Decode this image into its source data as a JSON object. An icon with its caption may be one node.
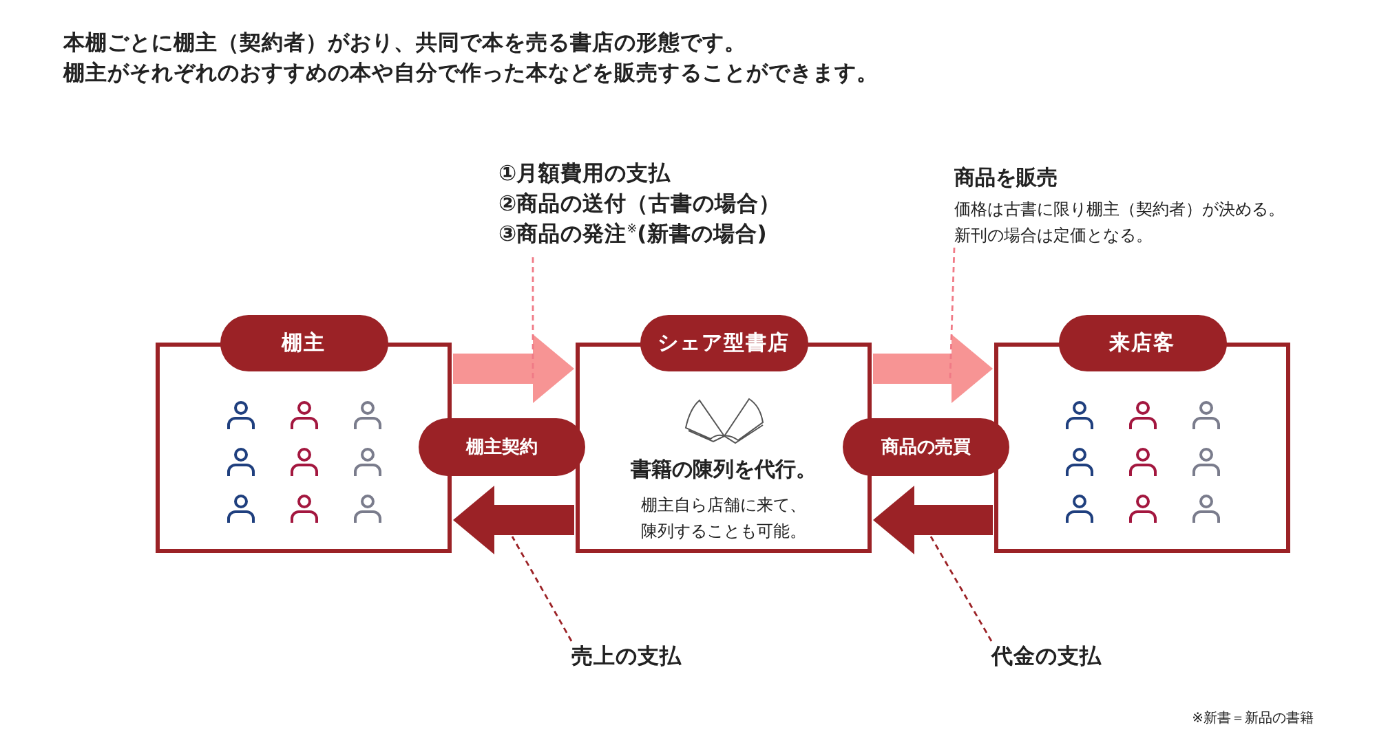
{
  "diagram": {
    "nodes": [
      {
        "text": [
          "棚主"
        ]
      },
      {
        "text": [
          "シェア型書店",
          "書籍の陳列を代行。",
          "棚主自ら店舗に来て、陳列することも可能。"
        ]
      },
      {
        "text": [
          "来店客"
        ]
      },
      {
        "text": [
          "棚主契約"
        ]
      },
      {
        "text": [
          "商品の売買"
        ]
      },
      {
        "text": [
          "①月額費用の支払",
          "②商品の送付（古書の場合）",
          "③商品の発注$^{※}$(新書の場合)"
        ]
      },
      {
        "text": [
          "商品を販売",
          "価格は古書に限り棚主（契約者）が決める。新刊の場合は定価となる。"
        ]
      },
      {
        "text": [
          "売上の支払"
        ]
      },
      {
        "text": [
          "代金の支払"
        ]
      }
    ],
    "edges": [
      {
        "from": 0,
        "to": 1,
        "arrow": "to",
        "style": "thick",
        "color": "#f79494"
      },
      {
        "from": 1,
        "to": 0,
        "arrow": "to",
        "style": "thick",
        "color": "#9b2226"
      },
      {
        "from": 1,
        "to": 2,
        "arrow": "to",
        "style": "thick",
        "color": "#f79494"
      },
      {
        "from": 2,
        "to": 1,
        "arrow": "to",
        "style": "thick",
        "color": "#9b2226"
      },
      {
        "from": 5,
        "to": null,
        "arrow": "none",
        "style": "dashed",
        "color": "#f07a86"
      },
      {
        "from": 6,
        "to": null,
        "arrow": "none",
        "style": "dashed",
        "color": "#f07a86"
      },
      {
        "from": 7,
        "to": null,
        "arrow": "none",
        "style": "dashed",
        "color": "#9b2226"
      },
      {
        "from": 8,
        "to": null,
        "arrow": "none",
        "style": "dashed",
        "color": "#9b2226"
      }
    ],
    "labels": [
      "本棚ごとに棚主（契約者）がおり、共同で本を売る書店の形態です。",
      "棚主がそれぞれのおすすめの本や自分で作った本などを販売することができます。",
      "※新書＝新品の書籍"
    ]
  }
}
